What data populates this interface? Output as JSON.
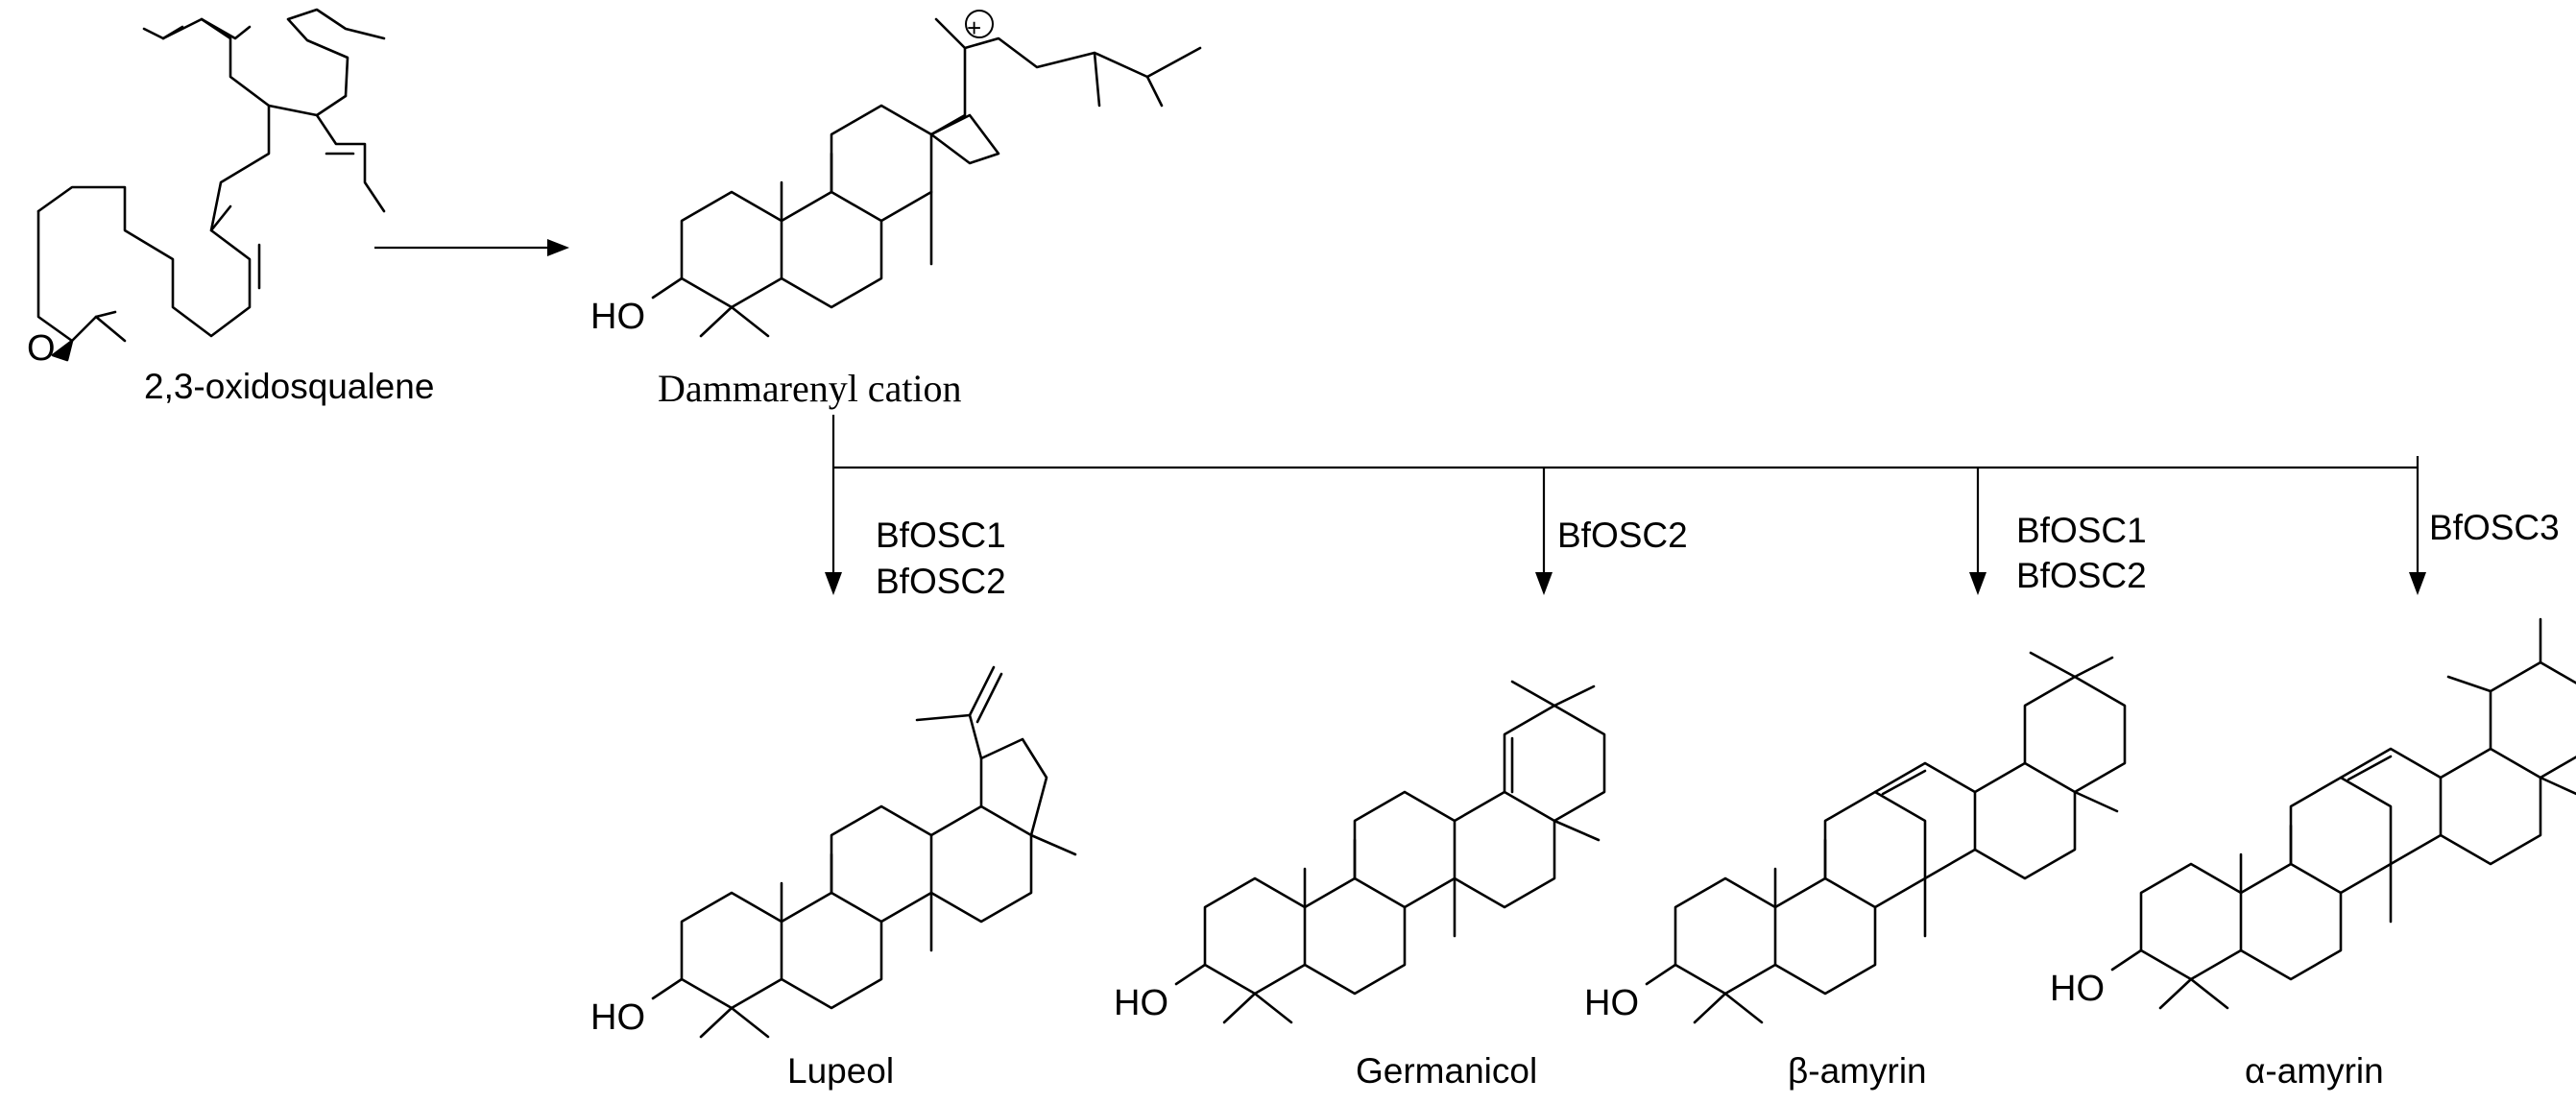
{
  "compounds": {
    "substrate": {
      "name": "2,3-oxidosqualene",
      "atom_o": "O"
    },
    "intermediate": {
      "name": "Dammarenyl cation",
      "charge": "+",
      "atom_oh": "HO"
    },
    "products": [
      {
        "name": "Lupeol",
        "enzymes": [
          "BfOSC1",
          "BfOSC2"
        ],
        "atom_oh": "HO"
      },
      {
        "name": "Germanicol",
        "enzymes": [
          "BfOSC2"
        ],
        "atom_oh": "HO"
      },
      {
        "name": "β-amyrin",
        "enzymes": [
          "BfOSC1",
          "BfOSC2"
        ],
        "atom_oh": "HO"
      },
      {
        "name": "α-amyrin",
        "enzymes": [
          "BfOSC3"
        ],
        "atom_oh": "HO"
      }
    ]
  }
}
